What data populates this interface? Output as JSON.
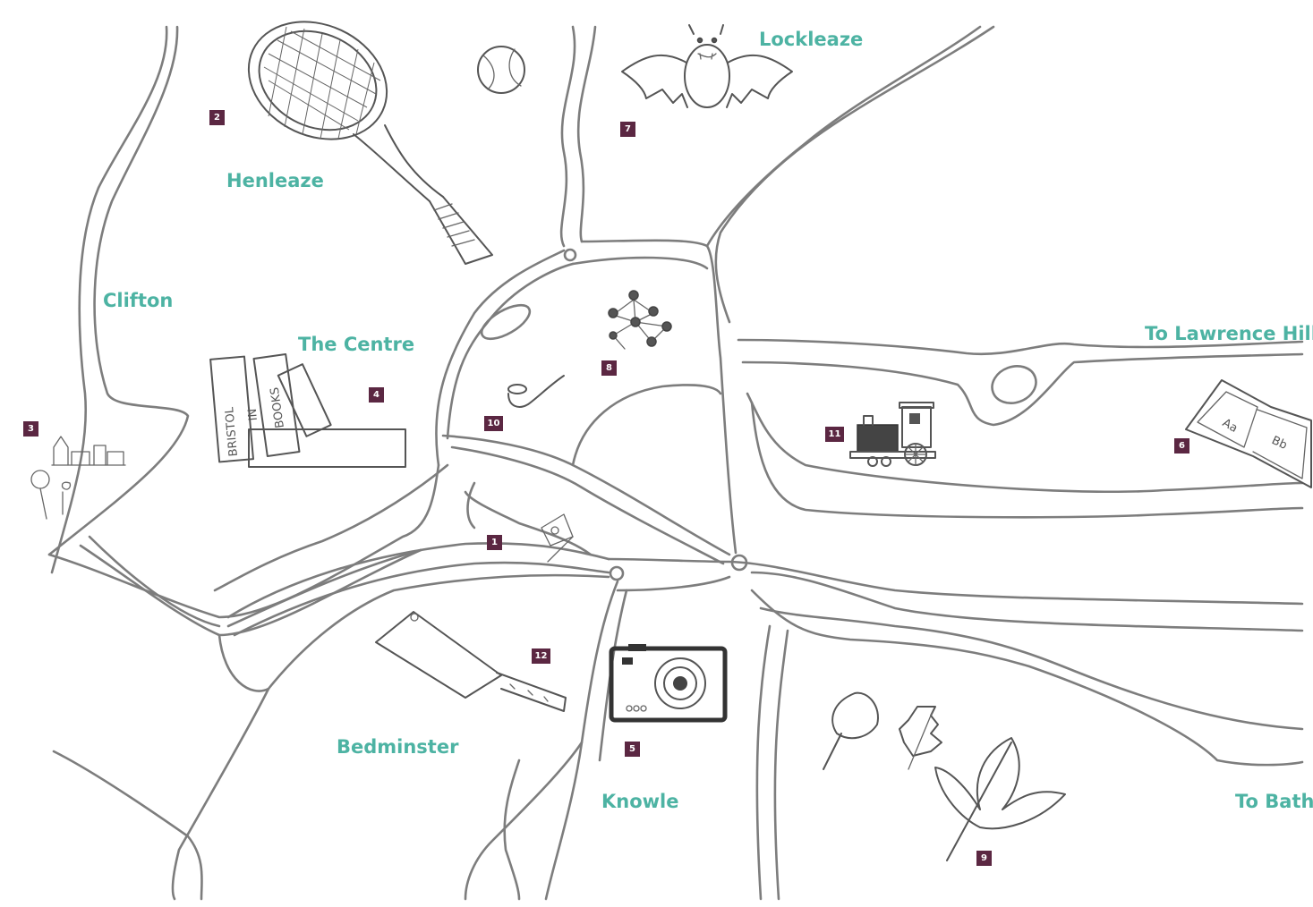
{
  "areas": {
    "lockleaze": "Lockleaze",
    "henleaze": "Henleaze",
    "clifton": "Clifton",
    "the_centre": "The Centre",
    "to_lawrence_hill": "To Lawrence Hill",
    "bedminster": "Bedminster",
    "knowle": "Knowle",
    "to_bath": "To Bath"
  },
  "markers": [
    "1",
    "2",
    "3",
    "4",
    "5",
    "6",
    "7",
    "8",
    "9",
    "10",
    "11",
    "12"
  ],
  "doodles": {
    "books_text": [
      "BRISTOL",
      "IN",
      "BOOKS"
    ],
    "abc_text": [
      "Aa",
      "Bb"
    ]
  },
  "colors": {
    "label": "#4db3a3",
    "marker": "#5b2742",
    "road": "#7d7d7d"
  }
}
